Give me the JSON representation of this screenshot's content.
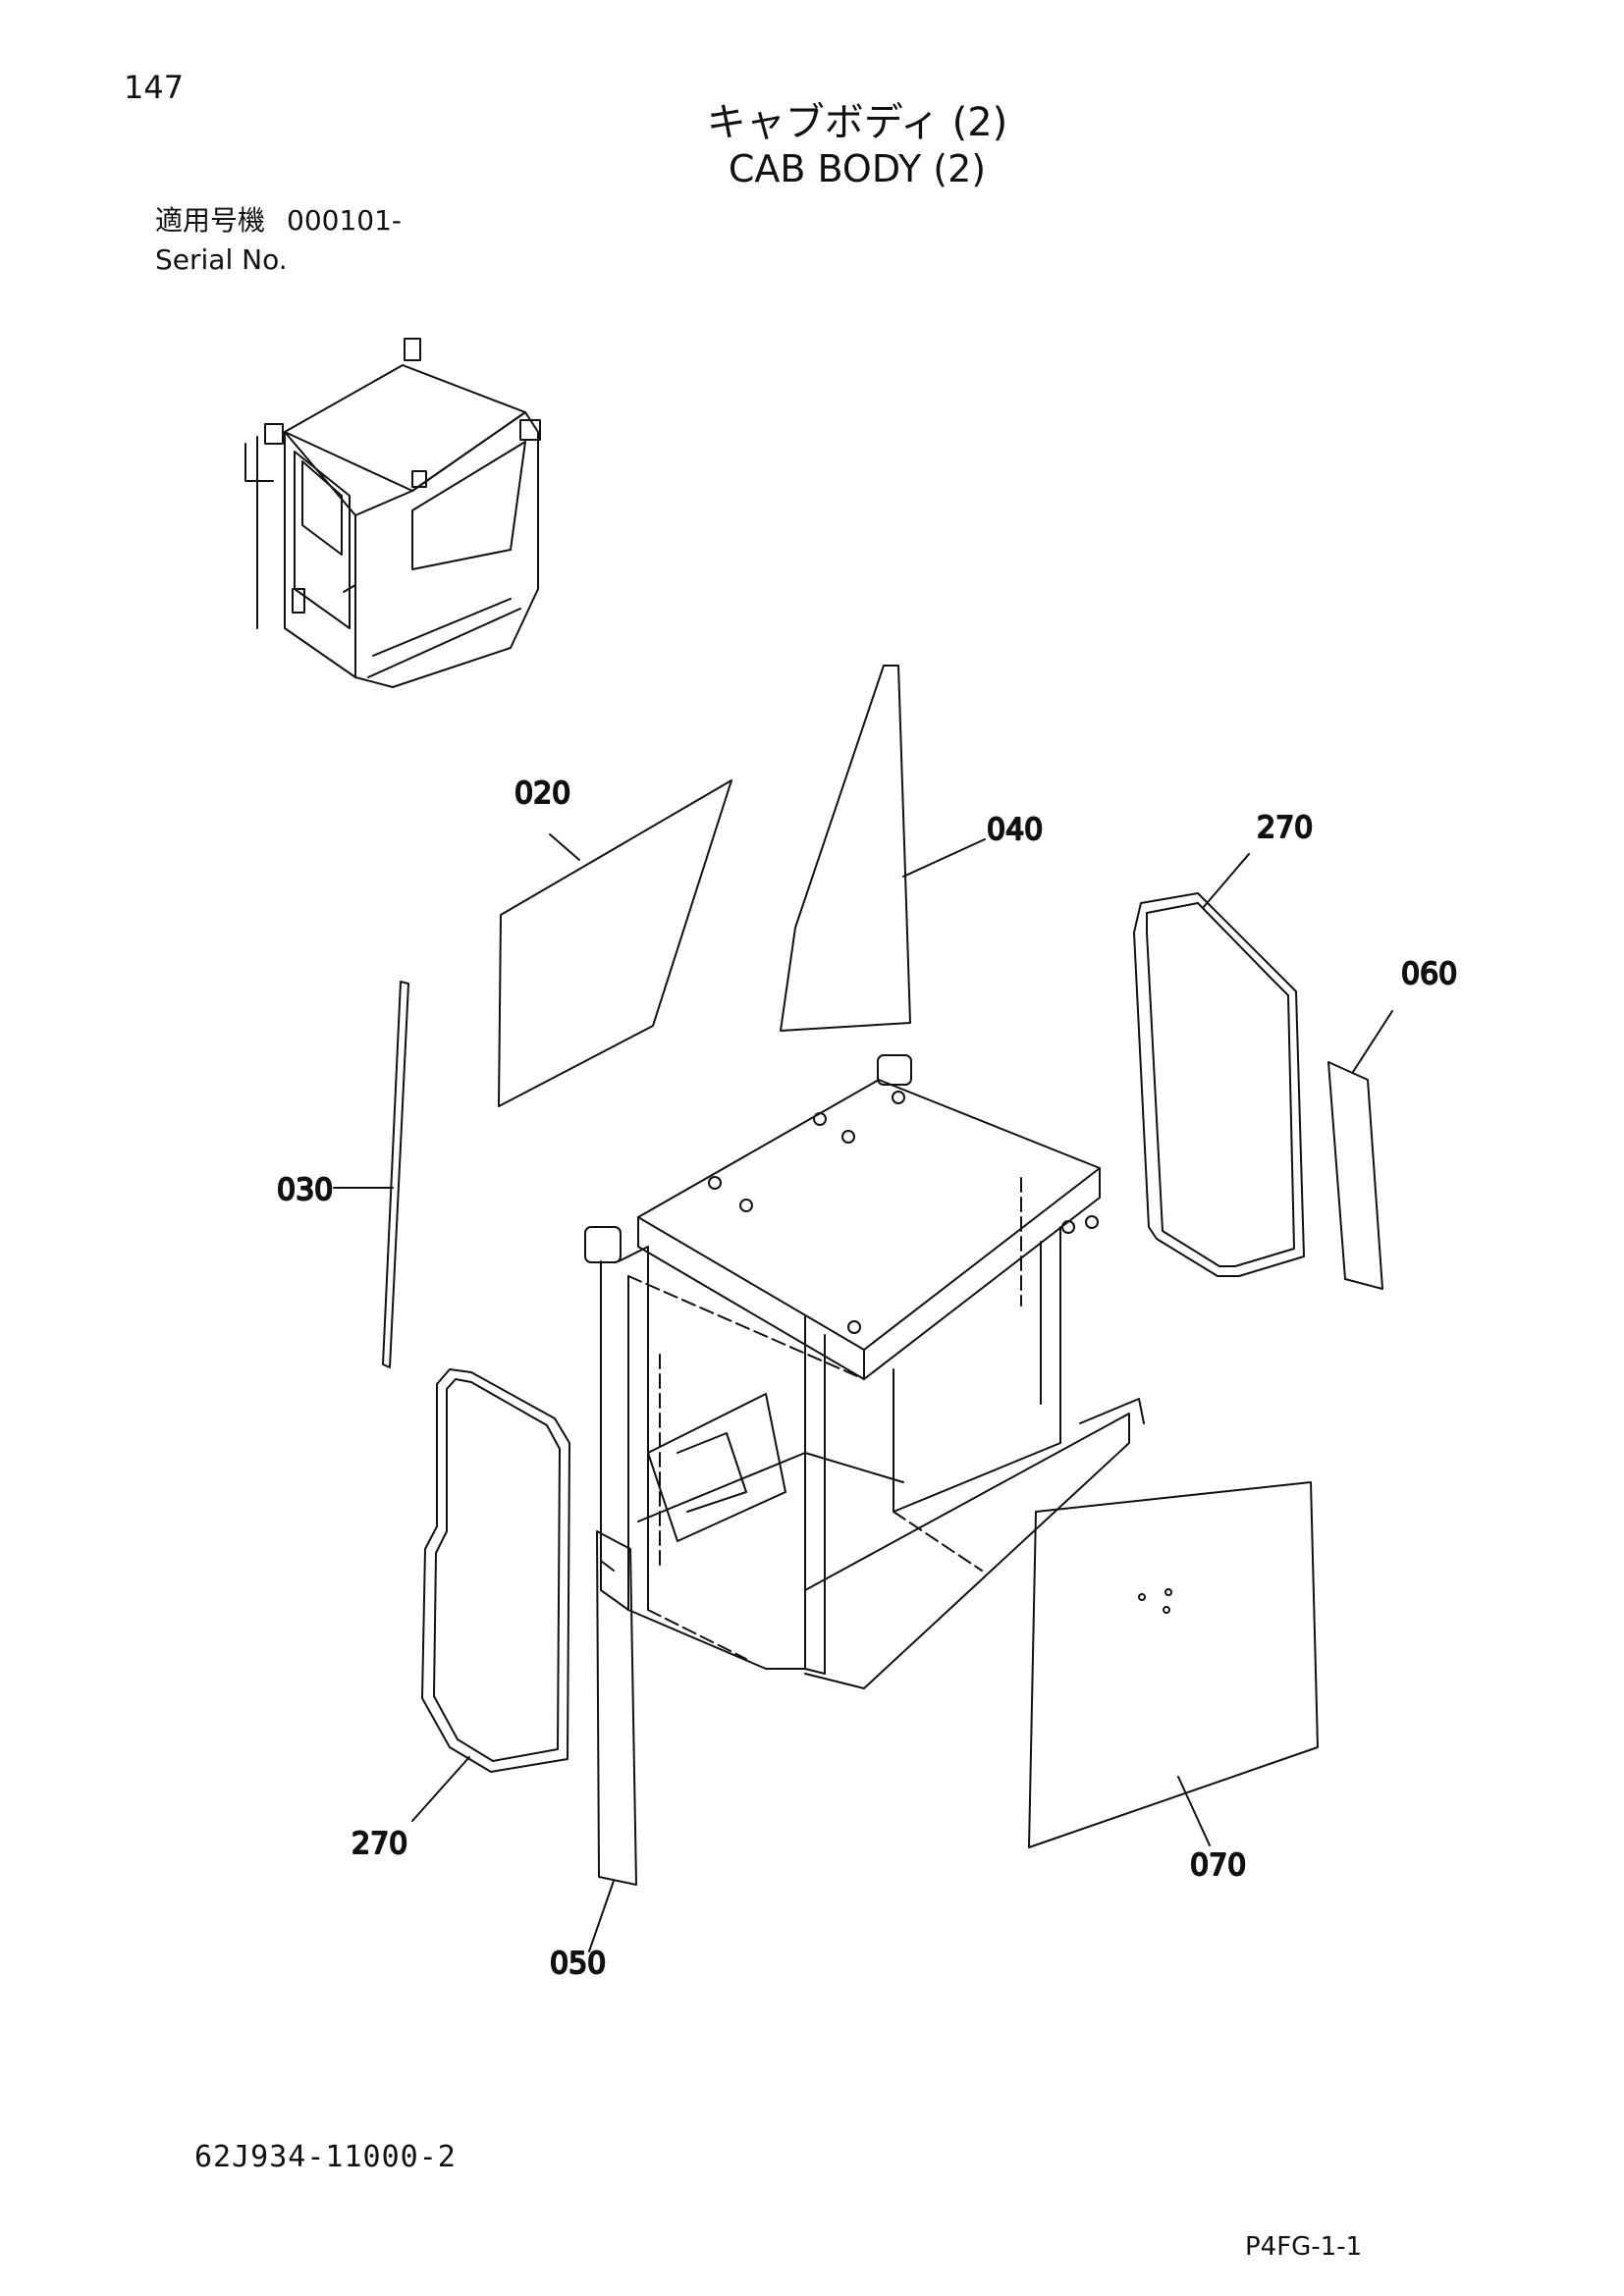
{
  "page": {
    "number": "147",
    "title_ja": "キャブボディ (2)",
    "title_en": "CAB BODY (2)",
    "serial_label_ja": "適用号機",
    "serial_value": "000101-",
    "serial_label_en": "Serial No.",
    "drawing_number": "62J934-11000-2",
    "sheet_code": "P4FG-1-1"
  },
  "callouts": {
    "c020": "020",
    "c040": "040",
    "c270_right": "270",
    "c060": "060",
    "c030": "030",
    "c270_left": "270",
    "c070": "070",
    "c050": "050"
  }
}
